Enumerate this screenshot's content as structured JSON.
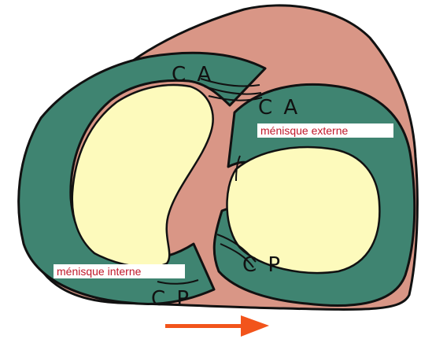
{
  "labels": {
    "medial_anterior_horn": "C A",
    "lateral_anterior_horn": "C A",
    "lateral_posterior_horn": "C P",
    "medial_posterior_horn": "C P",
    "lateral_meniscus": "ménisque externe",
    "medial_meniscus": "ménisque interne"
  },
  "colors": {
    "plateau": "#d99686",
    "meniscus": "#3f8471",
    "cartilage": "#fdfabc",
    "outline": "#111111",
    "arrow": "#f2541b",
    "tag_background": "#ffffff",
    "tag_text": "#c0182a"
  },
  "icons": {
    "direction": "arrow-right-icon"
  }
}
